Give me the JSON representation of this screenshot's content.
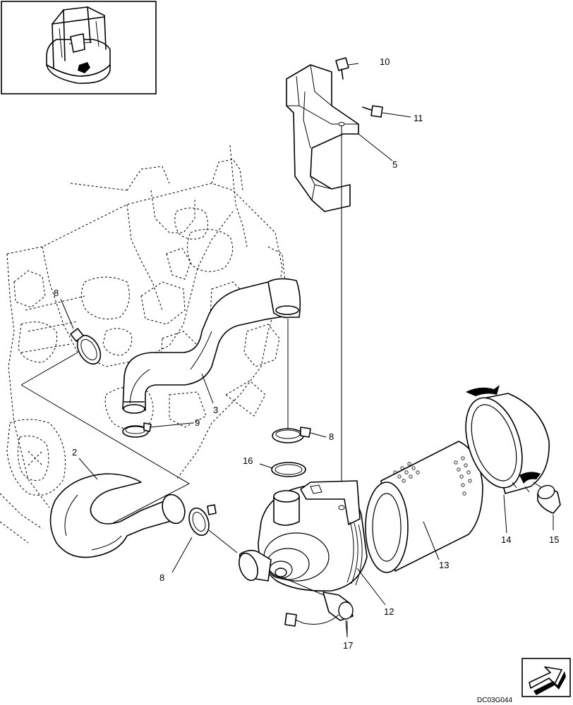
{
  "diagram": {
    "callouts": {
      "c2": "2",
      "c3": "3",
      "c5": "5",
      "c8a": "8",
      "c8b": "8",
      "c8c": "8",
      "c9": "9",
      "c10": "10",
      "c11": "11",
      "c12": "12",
      "c13": "13",
      "c14": "14",
      "c15": "15",
      "c16": "16",
      "c17": "17"
    },
    "drawing_code": "DC03G044"
  }
}
